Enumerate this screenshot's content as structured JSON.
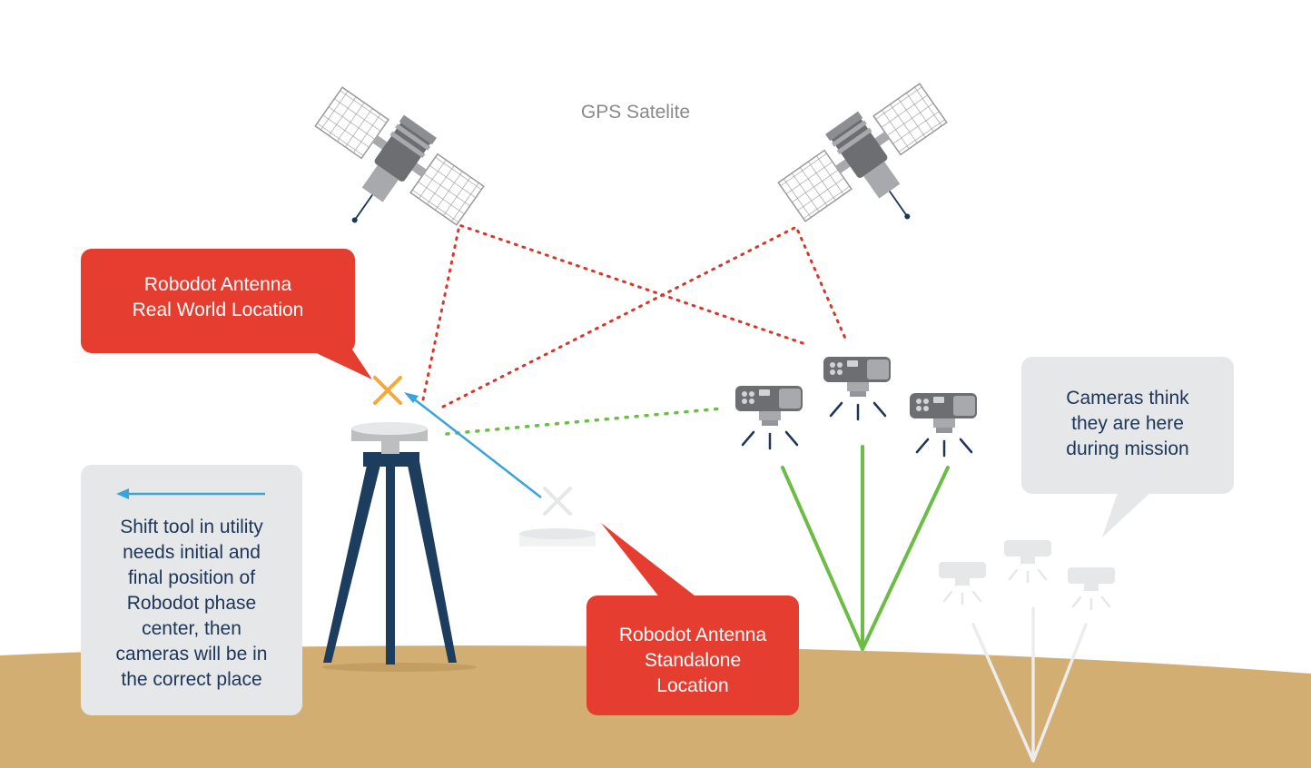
{
  "title": "GPS Satelite",
  "callouts": {
    "real_world": "Robodot Antenna\nReal World Location",
    "standalone": "Robodot Antenna\nStandalone\nLocation",
    "cameras_think": "Cameras think\nthey are here\nduring mission",
    "shift_tool": "Shift tool in utility\nneeds initial and\nfinal position of\nRobodot phase\ncenter, then\ncameras will be in\nthe correct place"
  },
  "colors": {
    "callout_red": "#e53e31",
    "callout_gray": "#e6e7e8",
    "ground": "#d3ae72",
    "tripod_navy": "#1d3d5f",
    "dotted_red": "#d9352b",
    "dotted_green": "#6cbd45",
    "arrow_blue": "#3aa3dc",
    "marker_orange": "#f4a93a",
    "camera_gray": "#6d6e71",
    "text_navy": "#1d3557"
  },
  "icons": [
    "satellite-icon",
    "camera-icon",
    "x-marker-icon",
    "tripod-icon",
    "arrow-left-icon"
  ]
}
